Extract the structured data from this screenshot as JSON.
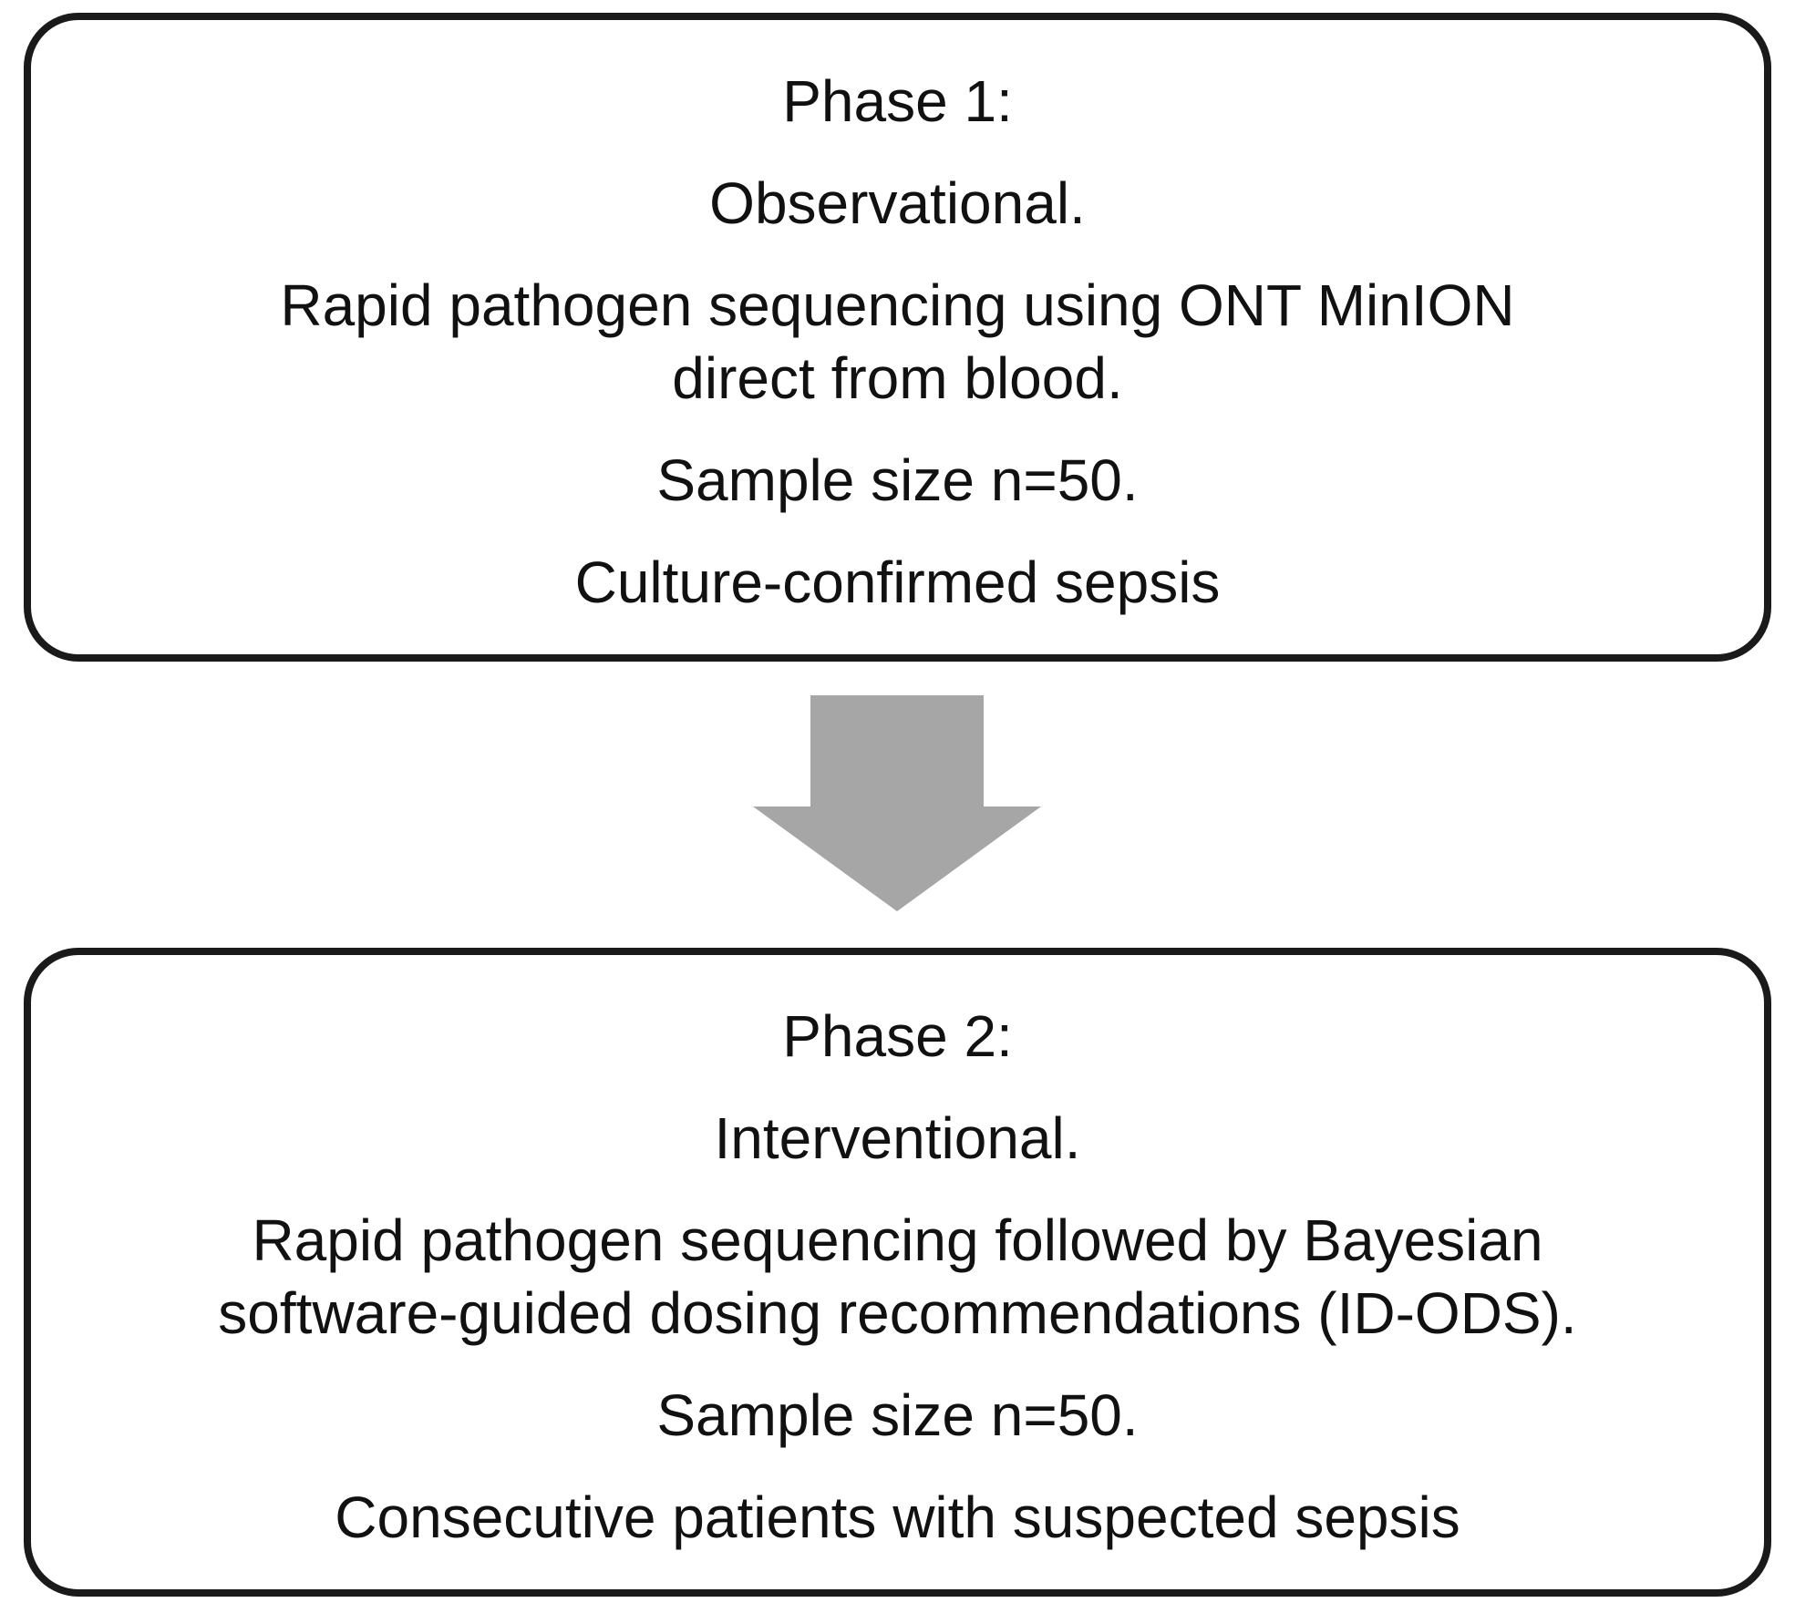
{
  "phase1": {
    "heading": "Phase 1:",
    "type": "Observational.",
    "description_line1": "Rapid pathogen sequencing using ONT MinION",
    "description_line2": "direct from blood.",
    "sample_size": "Sample size n=50.",
    "population": "Culture-confirmed sepsis"
  },
  "phase2": {
    "heading": "Phase 2:",
    "type": "Interventional.",
    "description_line1": "Rapid pathogen sequencing followed by Bayesian",
    "description_line2": "software-guided dosing recommendations (ID-ODS).",
    "sample_size": "Sample size n=50.",
    "population": "Consecutive patients with suspected sepsis"
  },
  "colors": {
    "border": "#1a1a1a",
    "arrow": "#a6a6a6",
    "text": "#111111"
  },
  "arrow_icon": "down-arrow-icon"
}
